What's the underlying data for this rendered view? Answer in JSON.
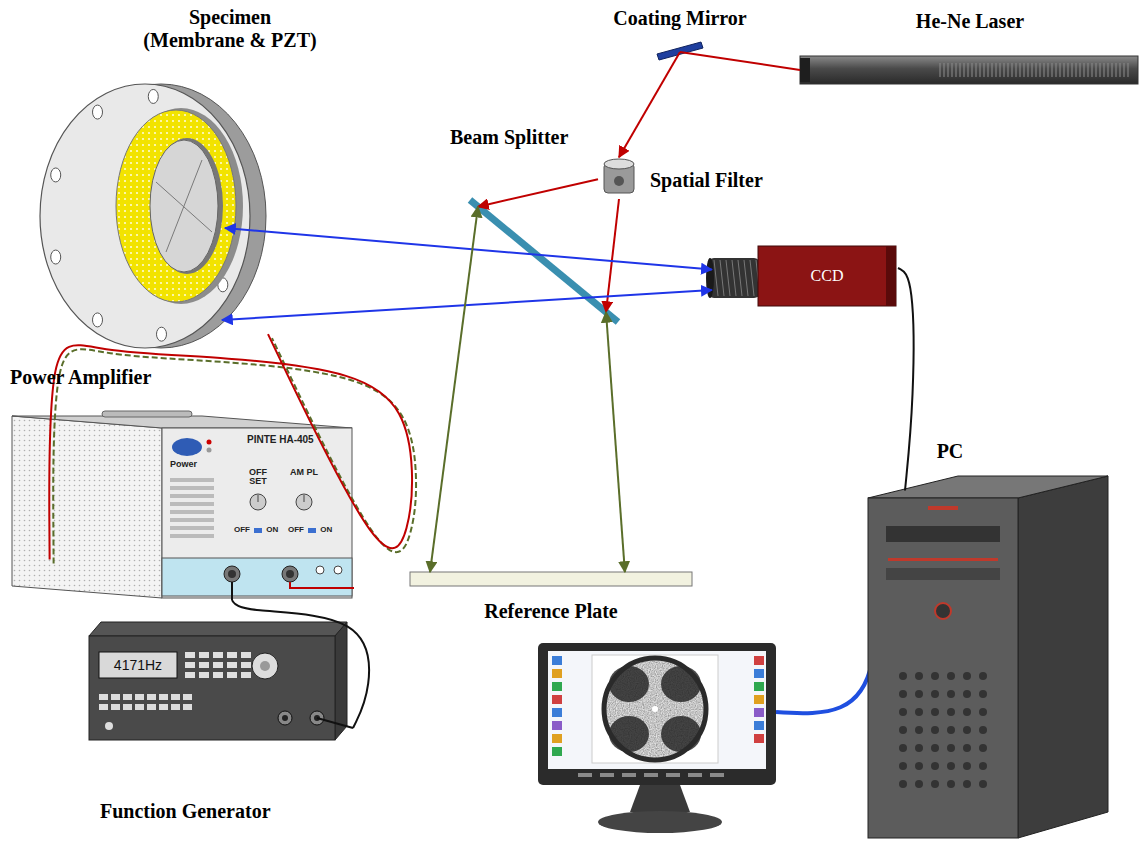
{
  "diagram": {
    "nodes": [
      {
        "text": [
          "Specimen (Membrane & PZT)"
        ]
      },
      {
        "text": [
          "Coating Mirror"
        ]
      },
      {
        "text": [
          "He-Ne Laser"
        ]
      },
      {
        "text": [
          "Spatial Filter"
        ]
      },
      {
        "text": [
          "Beam Splitter"
        ]
      },
      {
        "text": [
          "CCD"
        ]
      },
      {
        "text": [
          "Reference Plate"
        ]
      },
      {
        "text": [
          "Power Amplifier",
          "PINTE HA-405",
          "Power",
          "OFF SET",
          "AM PL",
          "OFF ON",
          "OFF ON"
        ]
      },
      {
        "text": [
          "4171Hz",
          "Function Generator"
        ]
      },
      {
        "text": [
          "PC"
        ]
      }
    ],
    "edges": [
      {
        "from": 2,
        "to": 1,
        "arrow": "none"
      },
      {
        "from": 1,
        "to": 3,
        "arrow": "to"
      },
      {
        "from": 3,
        "to": 4,
        "arrow": "to"
      },
      {
        "from": 3,
        "to": 4,
        "arrow": "to"
      },
      {
        "from": 0,
        "to": 5,
        "arrow": "both"
      },
      {
        "from": 0,
        "to": 5,
        "arrow": "both"
      },
      {
        "from": 4,
        "to": 6,
        "arrow": "both"
      },
      {
        "from": 4,
        "to": 6,
        "arrow": "both"
      },
      {
        "from": 8,
        "to": 7,
        "arrow": "none"
      },
      {
        "from": 7,
        "to": 0,
        "arrow": "none"
      },
      {
        "from": 5,
        "to": 9,
        "arrow": "none"
      }
    ]
  }
}
